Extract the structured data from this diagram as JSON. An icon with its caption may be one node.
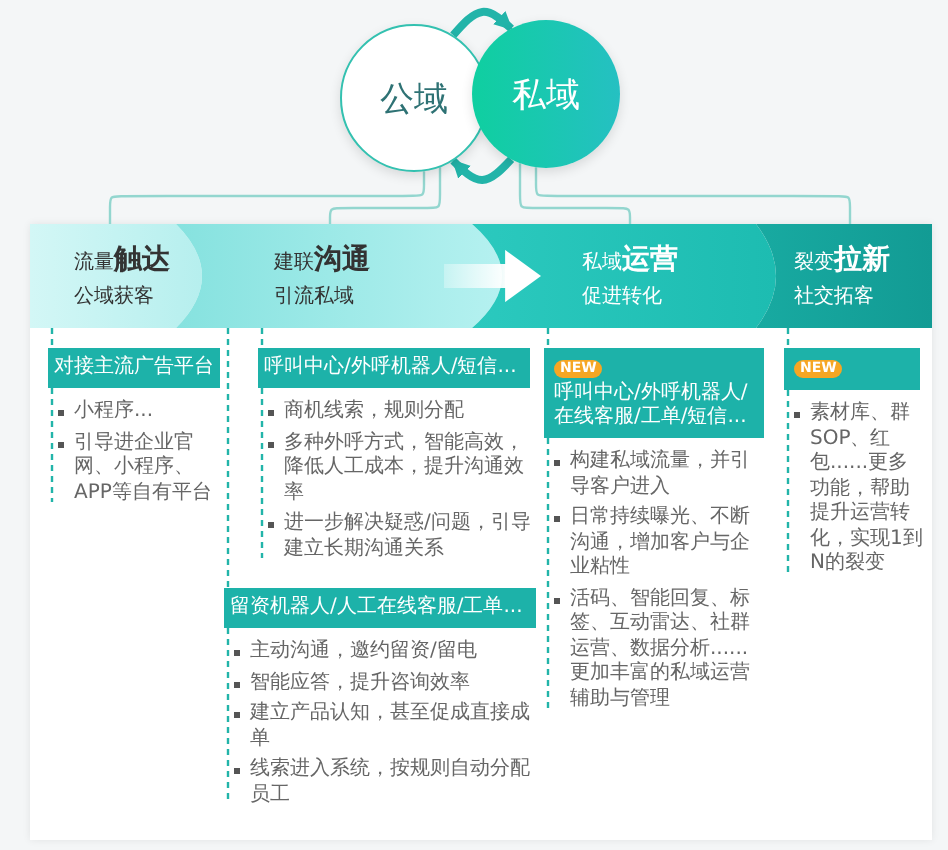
{
  "diagram": {
    "nodes": [
      {
        "text": [
          "公域"
        ]
      },
      {
        "text": [
          "私域"
        ]
      },
      {
        "text": [
          "流量**触达**",
          "公域获客"
        ]
      },
      {
        "text": [
          "建联**沟通**",
          "引流私域"
        ]
      },
      {
        "text": [
          "私域**运营**",
          "促进转化"
        ]
      },
      {
        "text": [
          "裂变**拉新**",
          "社交拓客"
        ]
      },
      {
        "text": [
          "对接主流广告平台"
        ],
        "beside": [
          "小程序...",
          "引导进企业官网、小程序、APP等自有平台"
        ]
      },
      {
        "text": [
          "呼叫中心/外呼机器人/短信..."
        ],
        "beside": [
          "商机线索，规则分配",
          "多种外呼方式，智能高效，降低人工成本，提升沟通效率",
          "进一步解决疑惑/问题，引导建立长期沟通关系"
        ]
      },
      {
        "text": [
          "留资机器人/人工在线客服/工单..."
        ],
        "beside": [
          "主动沟通，邀约留资/留电",
          "智能应答，提升咨询效率",
          "建立产品认知，甚至促成直接成单",
          "线索进入系统，按规则自动分配员工"
        ]
      },
      {
        "text": [
          "NEW",
          "呼叫中心/外呼机器人/在线客服/工单/短信..."
        ],
        "beside": [
          "构建私域流量，并引导客户进入",
          "日常持续曝光、不断沟通，增加客户与企业粘性",
          "活码、智能回复、标签、互动雷达、社群运营、数据分析......更加丰富的私域运营辅助与管理"
        ]
      },
      {
        "text": [
          "NEW"
        ],
        "beside": [
          "素材库、群SOP、红包......更多功能，帮助提升运营转化，实现1到N的裂变"
        ]
      }
    ],
    "edges": [
      {
        "from": 0,
        "to": 1,
        "arrow": "to",
        "style": "thick"
      },
      {
        "from": 1,
        "to": 0,
        "arrow": "to",
        "style": "thick"
      },
      {
        "from": 0,
        "to": 2,
        "arrow": "none",
        "color": "#93d6cf"
      },
      {
        "from": 0,
        "to": 3,
        "arrow": "none",
        "color": "#93d6cf"
      },
      {
        "from": 1,
        "to": 4,
        "arrow": "none",
        "color": "#93d6cf"
      },
      {
        "from": 1,
        "to": 5,
        "arrow": "none",
        "color": "#93d6cf"
      },
      {
        "from": 2,
        "to": 6,
        "arrow": "none",
        "style": "dashed"
      },
      {
        "from": 3,
        "to": 7,
        "arrow": "none",
        "style": "dashed"
      },
      {
        "from": 3,
        "to": 8,
        "arrow": "none",
        "style": "dashed"
      },
      {
        "from": 4,
        "to": 9,
        "arrow": "none",
        "style": "dashed"
      },
      {
        "from": 5,
        "to": 10,
        "arrow": "none",
        "style": "dashed"
      },
      {
        "from": 3,
        "to": 4,
        "arrow": "to",
        "style": "thick",
        "color": "#ffffff"
      }
    ]
  }
}
